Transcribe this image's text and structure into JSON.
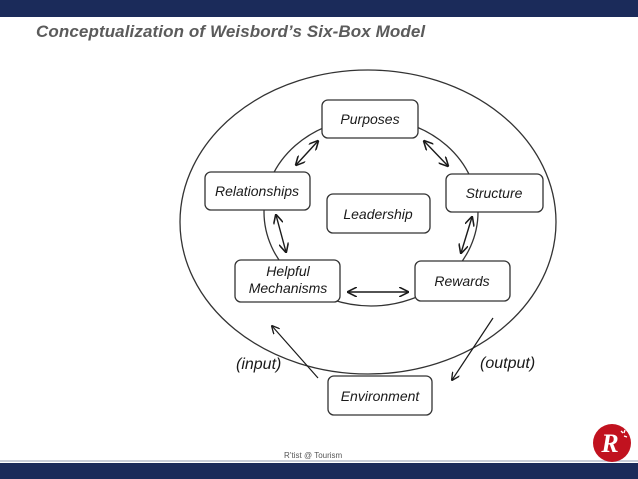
{
  "slide": {
    "title": "Conceptualization of Weisbord’s Six-Box Model",
    "footer": "R’tist @ Tourism"
  },
  "diagram": {
    "boxes": {
      "purposes": "Purposes",
      "structure": "Structure",
      "rewards": "Rewards",
      "mechanisms_line1": "Helpful",
      "mechanisms_line2": "Mechanisms",
      "relationships": "Relationships",
      "leadership": "Leadership",
      "environment": "Environment"
    },
    "labels": {
      "input": "(input)",
      "output": "(output)"
    }
  },
  "logo": {
    "letter": "R"
  },
  "colors": {
    "header_bar": "#1b2b5a",
    "title_text": "#5b5b5b",
    "logo_red": "#c1121f",
    "diagram_line": "#333333"
  }
}
